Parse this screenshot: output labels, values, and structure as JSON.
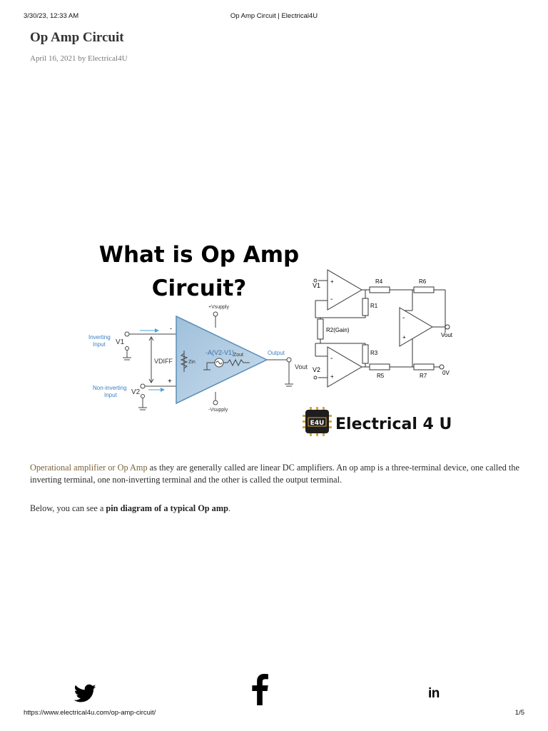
{
  "print_header": {
    "datetime": "3/30/23, 12:33 AM",
    "page_title": "Op Amp Circuit | Electrical4U"
  },
  "article": {
    "title": "Op Amp Circuit",
    "meta": "April 16, 2021 by Electrical4U",
    "p1_link": "Operational amplifier or Op Amp",
    "p1_rest": " as they are generally called are linear DC amplifiers. An op amp is a three-terminal device, one called the inverting terminal, one non-inverting terminal and the other is called the output terminal.",
    "p2_before": "Below, you can see a ",
    "p2_bold": "pin diagram of a typical Op amp",
    "p2_after": "."
  },
  "hero": {
    "title_line1": "What is Op Amp",
    "title_line2": "Circuit?",
    "brand": "Electrical 4 U",
    "logo_text": "E4U",
    "left_circuit": {
      "inverting_label_1": "Inverting",
      "inverting_label_2": "Input",
      "noninverting_label_1": "Non-inverting",
      "noninverting_label_2": "Input",
      "v1": "V1",
      "v2": "V2",
      "vdiff": "VDIFF",
      "zin": "Zin",
      "gain_expr": "-A(V2-V1)",
      "zout": "Zout",
      "output_label": "Output",
      "vout": "Vout",
      "vsupply_pos": "+Vsupply",
      "vsupply_neg": "-Vsupply",
      "minus": "-",
      "plus": "+"
    },
    "right_circuit": {
      "v1": "V1",
      "v2": "V2",
      "r1": "R1",
      "r2": "R2(Gain)",
      "r3": "R3",
      "r4": "R4",
      "r5": "R5",
      "r6": "R6",
      "r7": "R7",
      "vout": "Vout",
      "zero_v": "0V",
      "plus": "+",
      "minus": "-"
    }
  },
  "share": {
    "twitter_icon": "twitter-icon",
    "facebook_icon": "facebook-icon",
    "linkedin_text": "in"
  },
  "print_footer": {
    "url": "https://www.electrical4u.com/op-amp-circuit/",
    "page": "1/5"
  }
}
